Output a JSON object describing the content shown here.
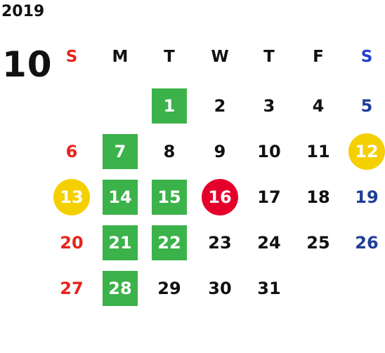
{
  "calendar": {
    "year": "2019",
    "month": "10",
    "weekdays": [
      "S",
      "M",
      "T",
      "W",
      "T",
      "F",
      "S"
    ],
    "weekday_colors": [
      "#e8241d",
      "#111111",
      "#111111",
      "#111111",
      "#111111",
      "#111111",
      "#1f3fcf"
    ],
    "weeks": [
      [
        null,
        null,
        {
          "day": "1",
          "style": "green"
        },
        {
          "day": "2"
        },
        {
          "day": "3"
        },
        {
          "day": "4"
        },
        {
          "day": "5",
          "style": "saturday"
        }
      ],
      [
        {
          "day": "6",
          "style": "sunday"
        },
        {
          "day": "7",
          "style": "green"
        },
        {
          "day": "8"
        },
        {
          "day": "9"
        },
        {
          "day": "10"
        },
        {
          "day": "11"
        },
        {
          "day": "12",
          "style": "yellow"
        }
      ],
      [
        {
          "day": "13",
          "style": "yellow"
        },
        {
          "day": "14",
          "style": "green"
        },
        {
          "day": "15",
          "style": "green"
        },
        {
          "day": "16",
          "style": "red"
        },
        {
          "day": "17"
        },
        {
          "day": "18"
        },
        {
          "day": "19",
          "style": "saturday"
        }
      ],
      [
        {
          "day": "20",
          "style": "sunday"
        },
        {
          "day": "21",
          "style": "green"
        },
        {
          "day": "22",
          "style": "green"
        },
        {
          "day": "23"
        },
        {
          "day": "24"
        },
        {
          "day": "25"
        },
        {
          "day": "26",
          "style": "saturday"
        }
      ],
      [
        {
          "day": "27",
          "style": "sunday"
        },
        {
          "day": "28",
          "style": "green"
        },
        {
          "day": "29"
        },
        {
          "day": "30"
        },
        {
          "day": "31"
        },
        null,
        null
      ]
    ]
  },
  "colors": {
    "green": "#3cb24a",
    "yellow": "#f5d000",
    "red": "#e4002b",
    "sunday_text": "#e8241d",
    "saturday_text": "#1f3f96",
    "text": "#111111"
  }
}
